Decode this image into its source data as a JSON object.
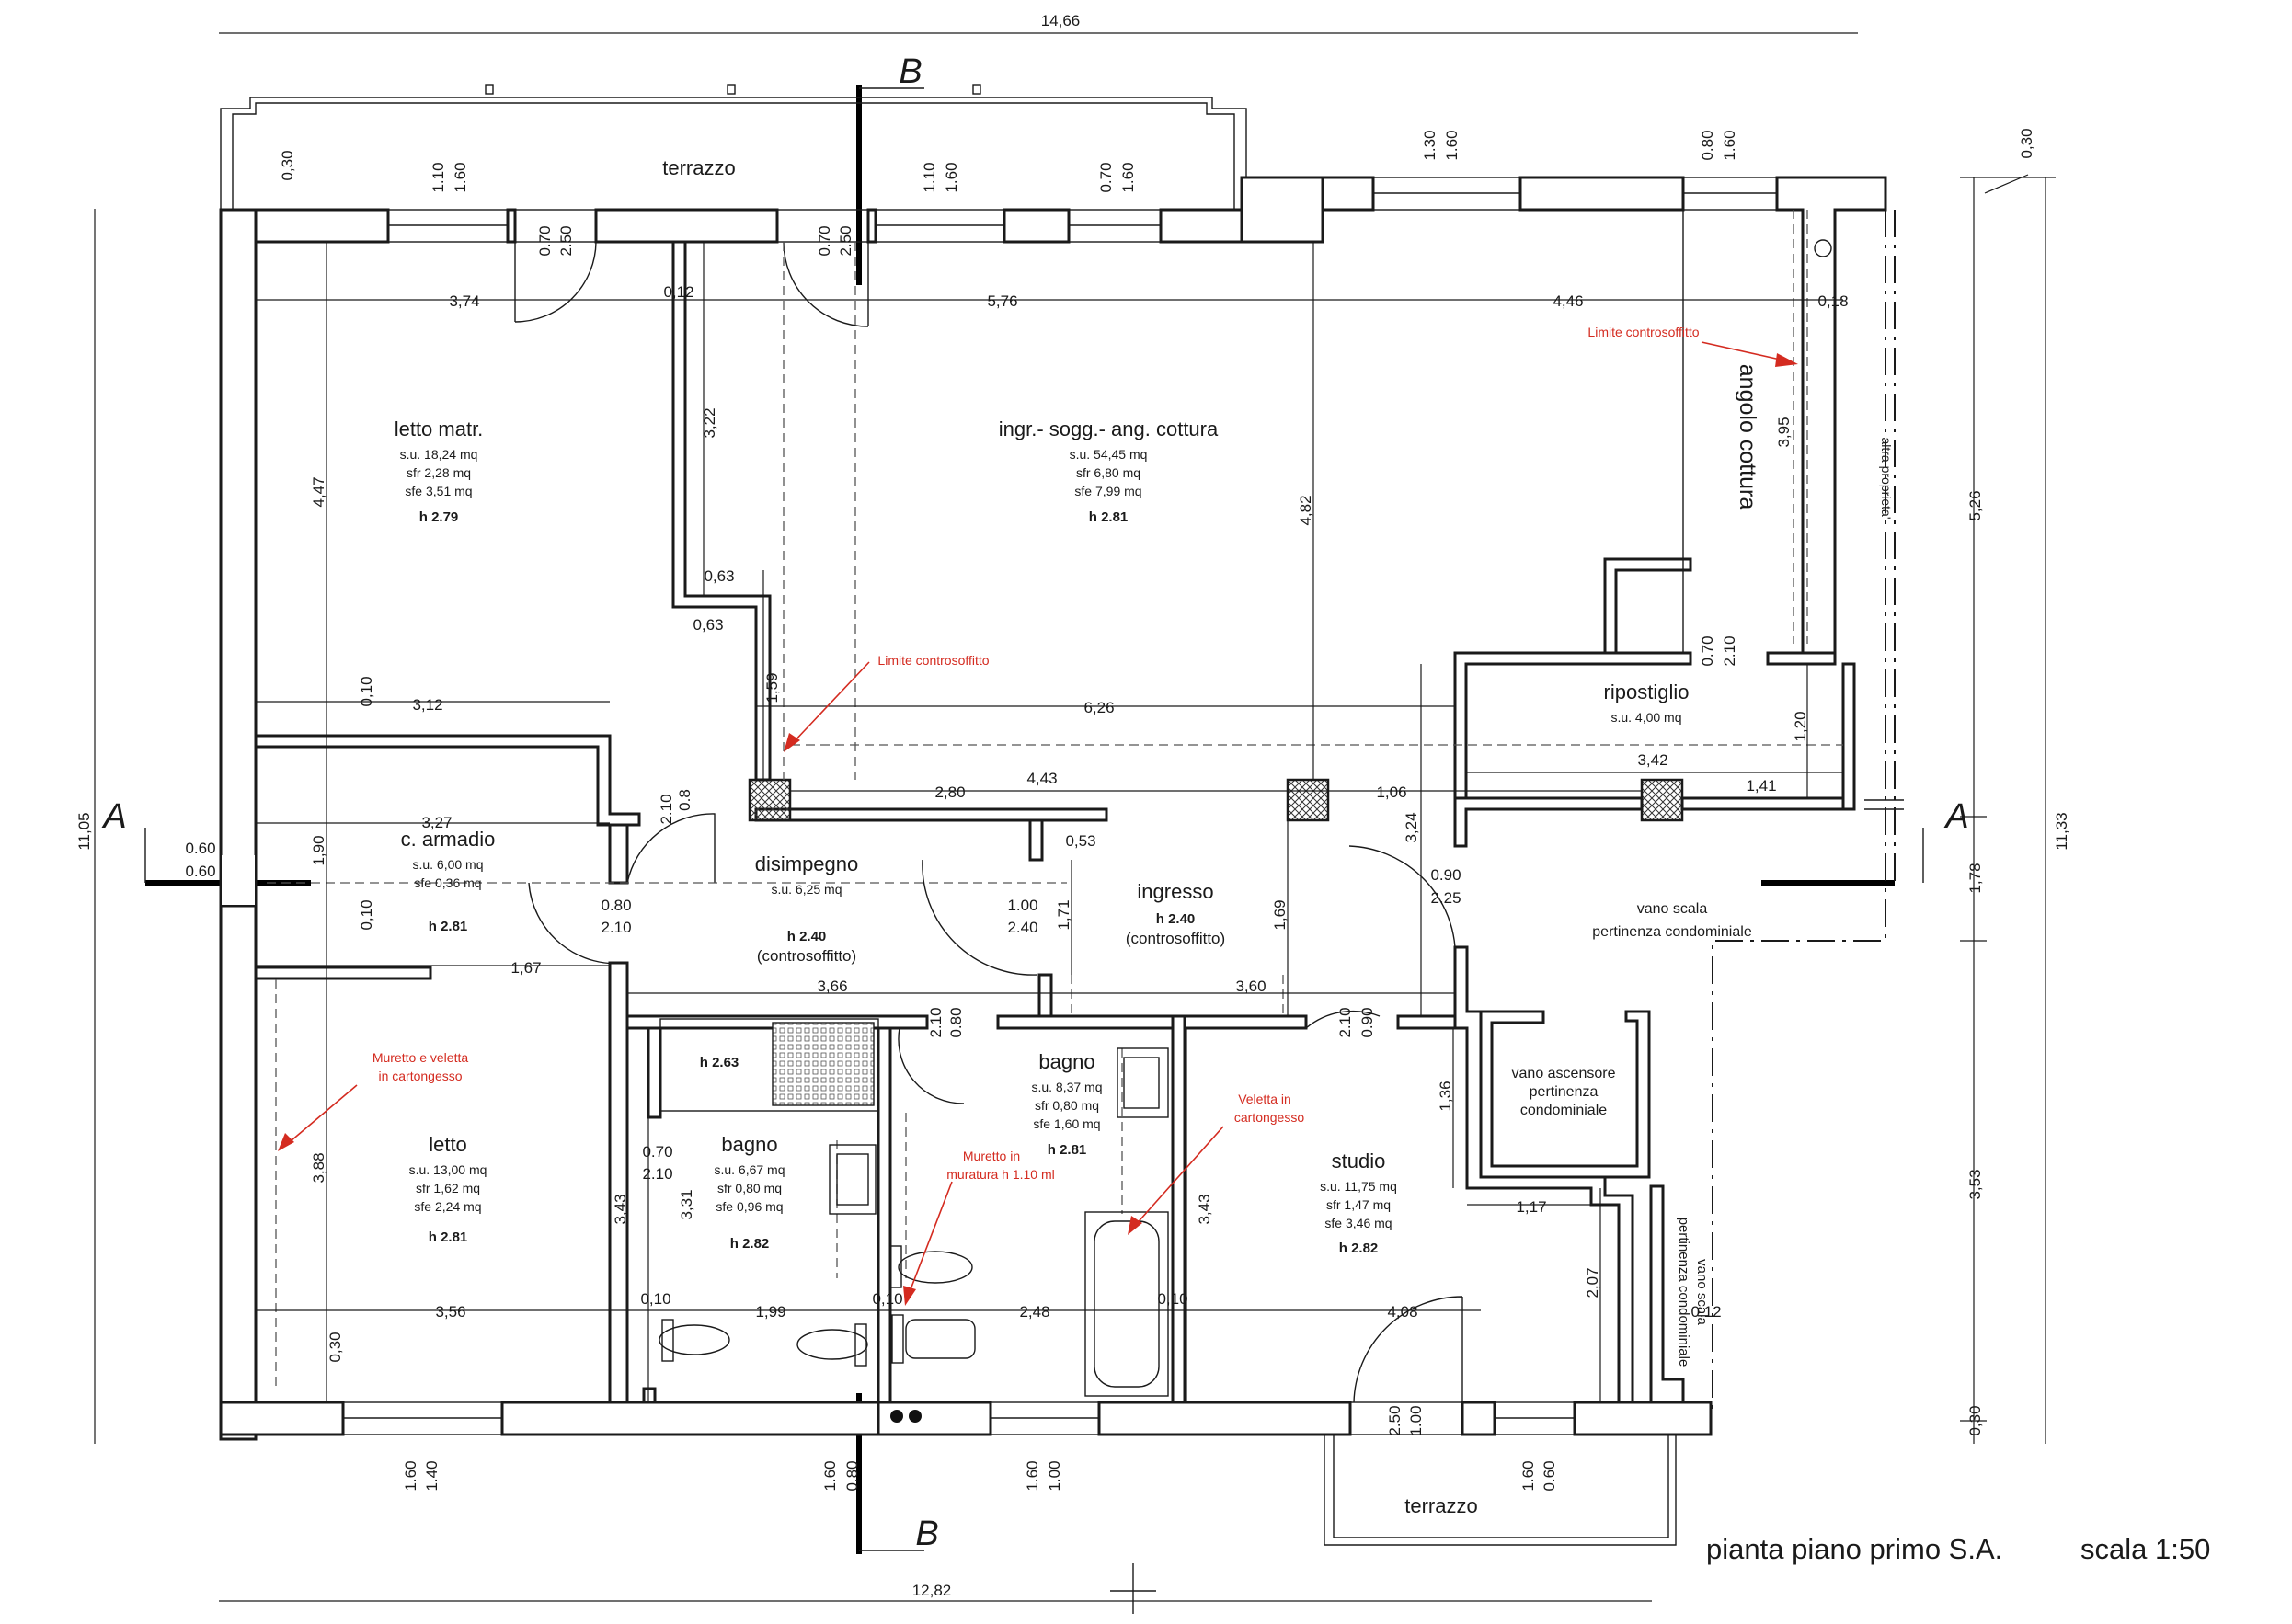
{
  "footer": {
    "title": "pianta piano primo S.A.",
    "scale": "scala 1:50"
  },
  "section_marks": {
    "a": "A",
    "b": "B"
  },
  "rooms": {
    "letto_matr": {
      "name": "letto matr.",
      "su": "s.u. 18,24 mq",
      "sfr": "sfr 2,28 mq",
      "sfe": "sfe 3,51 mq",
      "h": "h  2.79"
    },
    "soggiorno": {
      "name": "ingr.- sogg.- ang. cottura",
      "su": "s.u. 54,45 mq",
      "sfr": "sfr 6,80 mq",
      "sfe": "sfe 7,99 mq",
      "h": "h  2.81"
    },
    "angolo_cottura": {
      "name": "angolo cottura"
    },
    "ripostiglio": {
      "name": "ripostiglio",
      "su": "s.u. 4,00 mq"
    },
    "armadio": {
      "name": "c. armadio",
      "su": "s.u. 6,00 mq",
      "sfe": "sfe 0,36  mq",
      "h": "h  2.81"
    },
    "disimpegno": {
      "name": "disimpegno",
      "su": "s.u. 6,25 mq",
      "h": "h  2.40",
      "note": "(controsoffitto)"
    },
    "ingresso": {
      "name": "ingresso",
      "h": "h  2.40",
      "note": "(controsoffitto)"
    },
    "letto": {
      "name": "letto",
      "su": "s.u. 13,00 mq",
      "sfr": "sfr 1,62 mq",
      "sfe": "sfe 2,24  mq",
      "h": "h  2.81"
    },
    "bagno1": {
      "name": "bagno",
      "su": "s.u. 6,67 mq",
      "sfr": "sfr 0,80 mq",
      "sfe": "sfe 0,96  mq",
      "h": "h  2.82",
      "shower_h": "h  2.63"
    },
    "bagno2": {
      "name": "bagno",
      "su": "s.u. 8,37 mq",
      "sfr": "sfr 0,80 mq",
      "sfe": "sfe 1,60  mq",
      "h": "h  2.81"
    },
    "studio": {
      "name": "studio",
      "su": "s.u. 11,75 mq",
      "sfr": "sfr 1,47 mq",
      "sfe": "sfe 3,46  mq",
      "h": "h  2.82"
    },
    "terrazzo_top": {
      "name": "terrazzo"
    },
    "terrazzo_bottom": {
      "name": "terrazzo"
    },
    "vano_scala": {
      "line1": "vano scala",
      "line2": "pertinenza condominiale"
    },
    "ascensore": {
      "line1": "vano ascensore",
      "line2": "pertinenza",
      "line3": "condominiale"
    },
    "vano_scala_v": {
      "line1": "vano scala",
      "line2": "pertinenza condominiale"
    },
    "altra": {
      "name": "altra  proprieta'"
    }
  },
  "notes": {
    "limite1": "Limite controsoffitto",
    "limite2": "Limite controsoffitto",
    "muretto1_a": "Muretto e veletta",
    "muretto1_b": "in cartongesso",
    "veletta_a": "Veletta in",
    "veletta_b": "cartongesso",
    "muretto2_a": "Muretto in",
    "muretto2_b": "muratura h 1.10 ml"
  },
  "dims": {
    "top_total": "14,66",
    "bottom_total": "12,82",
    "left_total": "11,05",
    "right_total": "11,33",
    "r526": "5,26",
    "r178": "1,78",
    "r353": "3,53",
    "r030b": "0,30",
    "r030t": "0,30",
    "w374": "3,74",
    "w012": "0,12",
    "w576": "5,76",
    "w446": "4,46",
    "w018": "0,18",
    "w312": "3,12",
    "w626": "6,26",
    "w327": "3,27",
    "w280": "2,80",
    "w443": "4,43",
    "w106": "1,06",
    "w342": "3,42",
    "w141": "1,41",
    "w053": "0,53",
    "w167": "1,67",
    "w366": "3,66",
    "w360": "3,60",
    "w356": "3,56",
    "w199": "1,99",
    "w248": "2,48",
    "w408": "4,08",
    "w117": "1,17",
    "w010a": "0,10",
    "w010b": "0,10",
    "w010c": "0,10",
    "w012b": "0,12",
    "v447": "4,47",
    "v322": "3,22",
    "v063a": "0,63",
    "v063b": "0,63",
    "v159": "1,59",
    "v482": "4,82",
    "v395": "3,95",
    "v010a": "0,10",
    "v010b": "0,10",
    "v190": "1,90",
    "v388": "3,88",
    "v343a": "3,43",
    "v331": "3,31",
    "v343b": "3,43",
    "v171": "1,71",
    "v169": "1,69",
    "v324": "3,24",
    "v120": "1,20",
    "v136": "1,36",
    "v207": "2,07",
    "v030a": "0,30",
    "v030b": "0,30",
    "win110": "1.10",
    "win160a": "1.60",
    "win070a": "0.70",
    "win250a": "2.50",
    "win070b": "0.70",
    "win250b": "2.50",
    "win110b": "1.10",
    "win160b": "1.60",
    "win070c": "0.70",
    "win160c": "1.60",
    "win130": "1.30",
    "win160d": "1.60",
    "win080": "0.80",
    "win160e": "1.60",
    "win070d": "0.70",
    "win210a": "2.10",
    "door08": "0.8",
    "door210b": "2.10",
    "door080": "0.80",
    "door210c": "2.10",
    "door100": "1.00",
    "door240": "2.40",
    "door090": "0.90",
    "door225": "2.25",
    "door080b": "0.80",
    "door210d": "2.10",
    "door090b": "0.90",
    "door210e": "2.10",
    "door070": "0.70",
    "door210f": "2.10",
    "side060a": "0.60",
    "side060b": "0.60",
    "bw140": "1.40",
    "bw160a": "1.60",
    "bw080": "0.80",
    "bw160b": "1.60",
    "bw100": "1.00",
    "bw160c": "1.60",
    "bw100b": "1.00",
    "bw250": "2.50",
    "bw060": "0.60",
    "bw160d": "1.60"
  }
}
